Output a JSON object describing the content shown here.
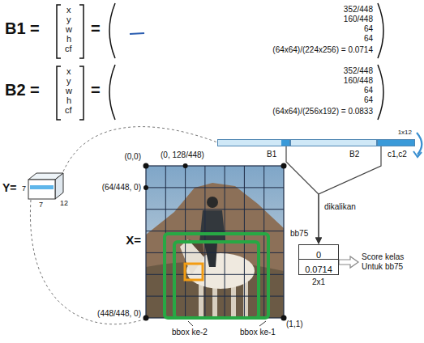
{
  "diagram": {
    "nodes": [
      {
        "text": [
          "B1"
        ]
      },
      {
        "text": [
          "B2"
        ]
      },
      {
        "text": [
          "c1,c2"
        ]
      },
      {
        "text": [
          "2x1"
        ]
      },
      {
        "text": [
          "0"
        ],
        "in": 3
      },
      {
        "text": [
          "0.0714"
        ],
        "in": 3
      }
    ],
    "edges": [
      {
        "from": 0,
        "to": 3,
        "arrow": "to"
      },
      {
        "from": 2,
        "to": 3,
        "arrow": "to"
      }
    ],
    "labels": [
      "B1 =",
      "x",
      "y",
      "w",
      "h",
      "cf",
      "=",
      "352/448",
      "160/448",
      "64",
      "64",
      "(64x64)/(224x256) = 0.0714",
      "B2 =",
      "x",
      "y",
      "w",
      "h",
      "cf",
      "=",
      "352/448",
      "160/448",
      "64",
      "64",
      "(64x64)/(256x192) = 0.0833",
      "(0,0)",
      "(0, 128/448)",
      "(64/448, 0)",
      "X=",
      "(448/448, 0)",
      "(1,1)",
      "bbox ke-2",
      "bbox ke-1",
      "Y=",
      "7",
      "7",
      "12",
      "1x12",
      "dikalikan",
      "bb75",
      "Score kelas Untuk bb75"
    ]
  }
}
